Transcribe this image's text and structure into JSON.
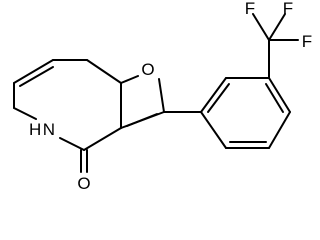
{
  "structure": {
    "atoms": {
      "ring_oxygen": "O",
      "carbonyl_oxygen": "O",
      "amide_nitrogen": "H N",
      "fluorine_top_left": "F",
      "fluorine_top_right": "F",
      "fluorine_right": "F"
    },
    "colors": {
      "bond": "#000000",
      "label": "#000000",
      "background": "#ffffff"
    }
  }
}
